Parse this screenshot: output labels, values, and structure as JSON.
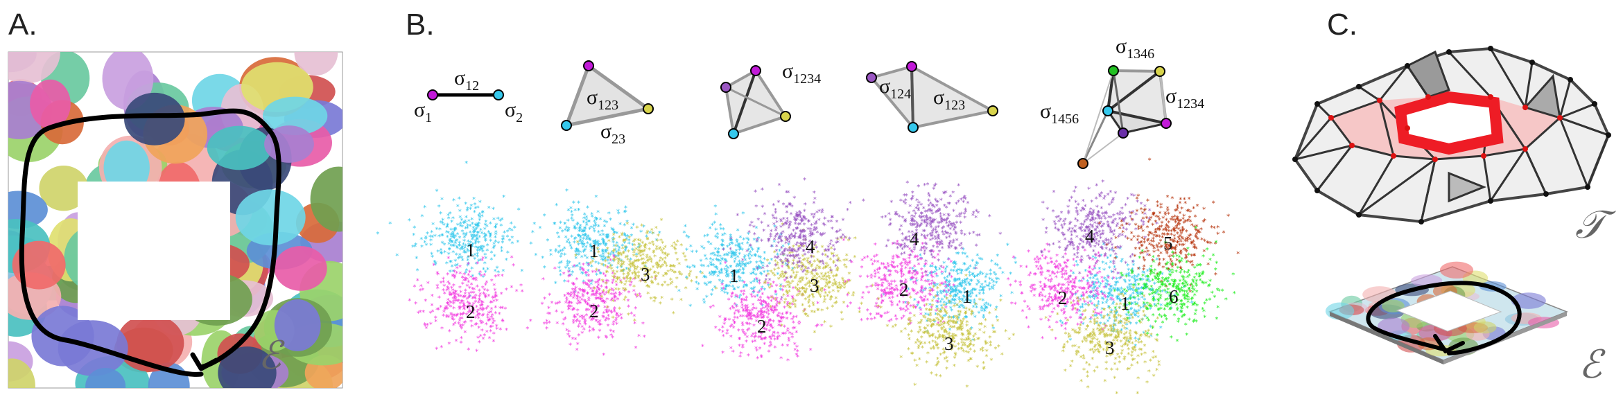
{
  "panels": {
    "a": "A.",
    "b": "B.",
    "c": "C."
  },
  "simplex_labels": {
    "s12": {
      "base": "σ",
      "sub": "12"
    },
    "s1": {
      "base": "σ",
      "sub": "1"
    },
    "s2": {
      "base": "σ",
      "sub": "2"
    },
    "s123": {
      "base": "σ",
      "sub": "123"
    },
    "s23": {
      "base": "σ",
      "sub": "23"
    },
    "s1234a": {
      "base": "σ",
      "sub": "1234"
    },
    "s124": {
      "base": "σ",
      "sub": "124"
    },
    "s123b": {
      "base": "σ",
      "sub": "123"
    },
    "s1346": {
      "base": "σ",
      "sub": "1346"
    },
    "s1456": {
      "base": "σ",
      "sub": "1456"
    },
    "s1234b": {
      "base": "σ",
      "sub": "1234"
    }
  },
  "cluster_numbers": {
    "g1": [
      "1",
      "2"
    ],
    "g2": [
      "1",
      "2",
      "3"
    ],
    "g3": [
      "1",
      "2",
      "3",
      "4"
    ],
    "g4": [
      "1",
      "2",
      "3",
      "4"
    ],
    "g5": [
      "1",
      "2",
      "3",
      "4",
      "5",
      "6"
    ]
  },
  "script_labels": {
    "E_a": "ℰ",
    "T": "𝒯",
    "E_c": "ℰ"
  },
  "colors": {
    "black_path": "#000000",
    "cyan": "#35c8ec",
    "magenta": "#f23fe0",
    "olive": "#c8c443",
    "purple": "#9b57c3",
    "rust": "#b7360f",
    "green": "#22ee22",
    "red_cycle": "#ee1c25"
  }
}
